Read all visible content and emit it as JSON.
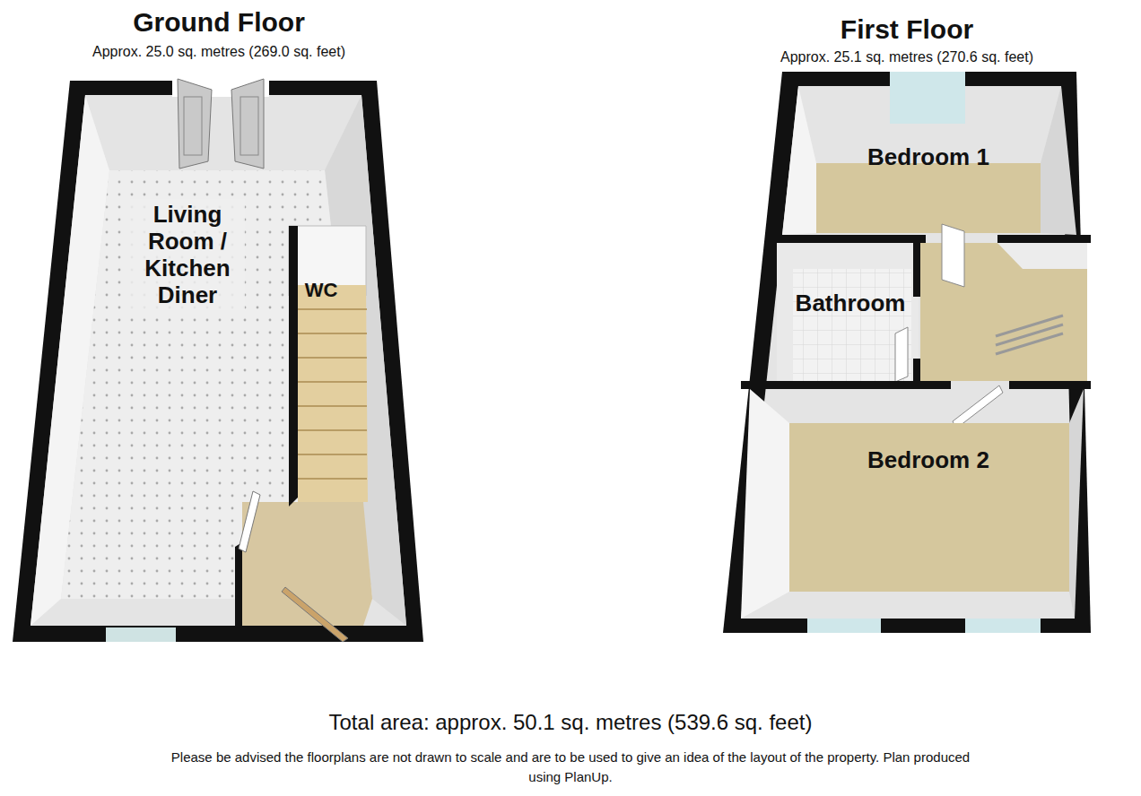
{
  "diagram": {
    "caption": "Please be advised the floorplans are not drawn to scale and are to be used to give an idea of the layout of the property. Plan produced using PlanUp.",
    "nodes": [
      {
        "text": [
          "Ground Floor",
          "Approx. 25.0 sq. metres (269.0 sq. feet)"
        ]
      },
      {
        "text": [
          "Living Room / Kitchen Diner"
        ],
        "in": 0
      },
      {
        "text": [
          "WC"
        ],
        "in": 0
      },
      {
        "text": [
          "First Floor",
          "Approx. 25.1 sq. metres (270.6 sq. feet)"
        ]
      },
      {
        "text": [
          "Bedroom 1"
        ],
        "in": 3
      },
      {
        "text": [
          "Bathroom"
        ],
        "in": 3
      },
      {
        "text": [
          "Bedroom 2"
        ],
        "in": 3
      }
    ],
    "labels": [
      "Total area: approx. 50.1 sq. metres (539.6 sq. feet)"
    ]
  }
}
